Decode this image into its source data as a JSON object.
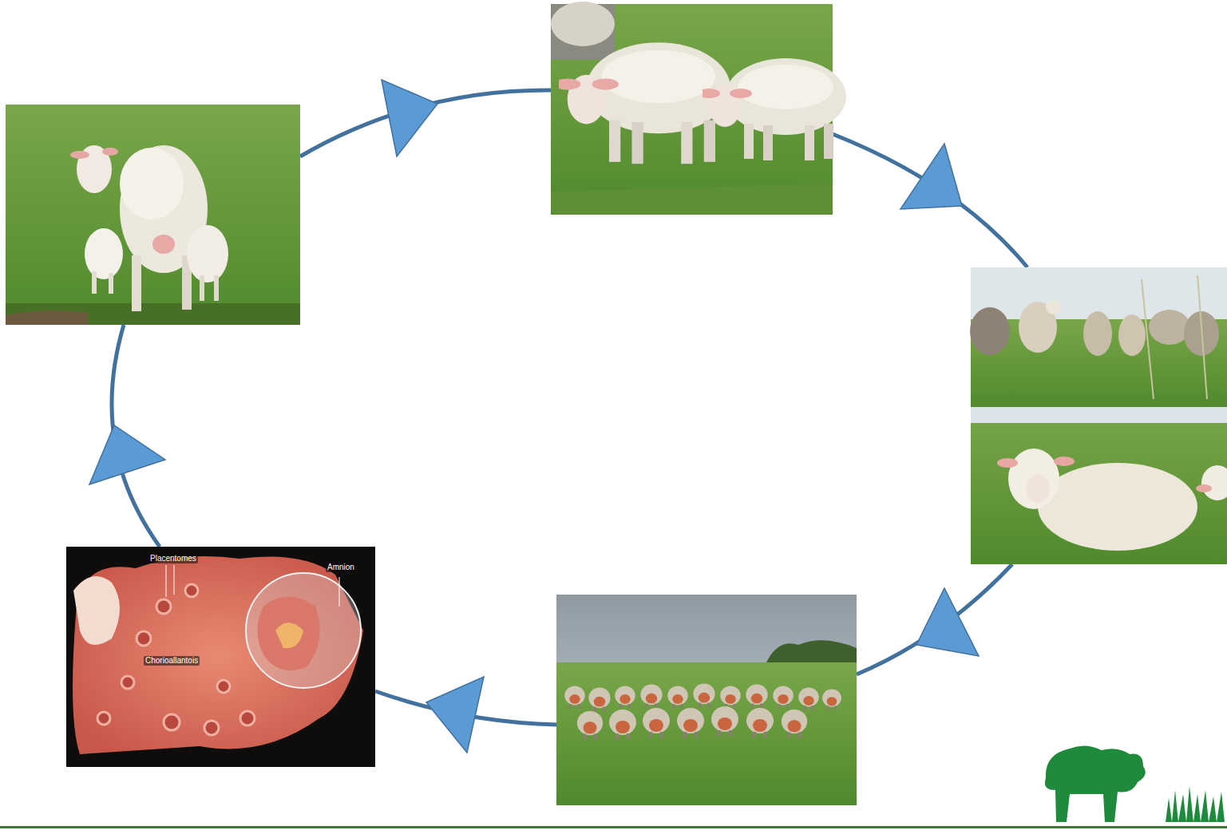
{
  "diagram": {
    "labels": [
      "Placentomes",
      "Amnion",
      "Chorioallantois"
    ]
  }
}
